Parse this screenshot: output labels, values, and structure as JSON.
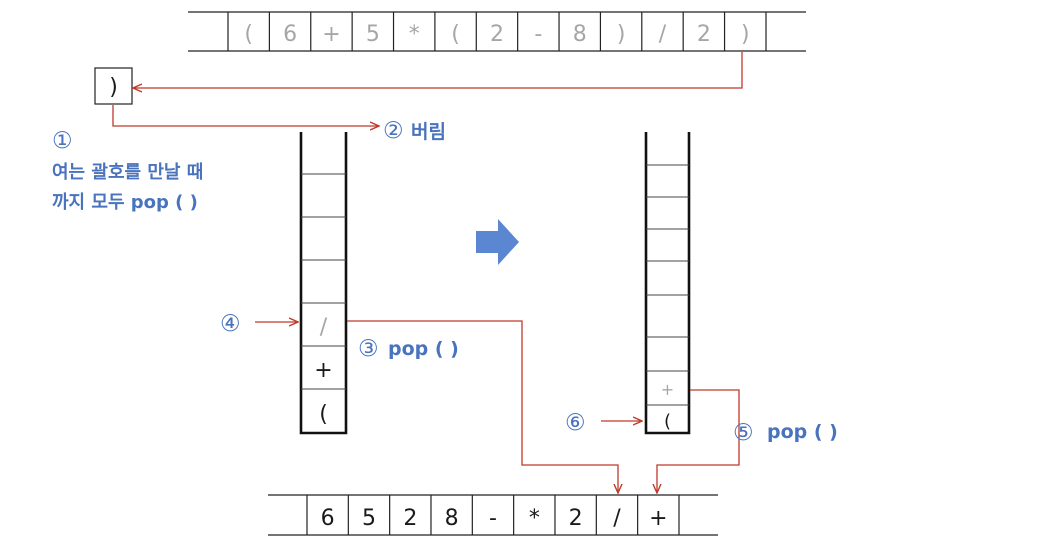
{
  "input_expression": [
    "(",
    "6",
    "+",
    "5",
    "*",
    "(",
    "2",
    "-",
    "8",
    ")",
    "/",
    "2",
    ")"
  ],
  "current_token": ")",
  "step1": {
    "marker": "①",
    "line1": "여는 괄호를 만날 때",
    "line2": "까지 모두 pop ( )"
  },
  "step2": {
    "marker": "②",
    "label": "버림"
  },
  "step3": {
    "marker": "③",
    "label": "pop ( )"
  },
  "step4": {
    "marker": "④"
  },
  "step5": {
    "marker": "⑤",
    "label": "pop ( )"
  },
  "step6": {
    "marker": "⑥"
  },
  "stack_before": [
    "(",
    "+",
    "/"
  ],
  "stack_after": [
    "(",
    "+"
  ],
  "output_sequence": [
    "6",
    "5",
    "2",
    "8",
    "-",
    "*",
    "2",
    "/",
    "+"
  ],
  "colors": {
    "arrow": "#c0392b",
    "label": "#4a73bd",
    "transition_arrow": "#5b87d2",
    "faded_text": "#a6a6a6"
  }
}
